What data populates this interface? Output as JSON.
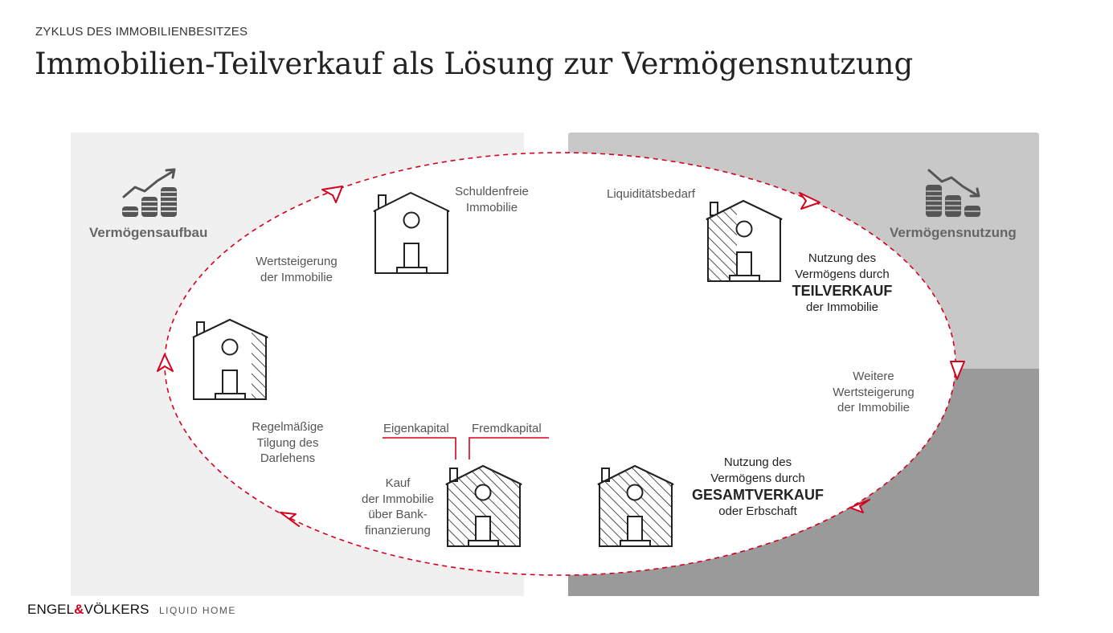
{
  "header": {
    "kicker": "ZYKLUS DES IMMOBILIENBESITZES",
    "title": "Immobilien-Teilverkauf als Lösung zur Vermögensnutzung"
  },
  "phases": {
    "build": {
      "label": "Vermögensaufbau",
      "icon": "rising-coins-chart-icon"
    },
    "use": {
      "label": "Vermögensnutzung",
      "icon": "falling-coins-chart-icon"
    }
  },
  "steps": {
    "debt_free": {
      "line1": "Schuldenfreie",
      "line2": "Immobilie"
    },
    "appreciation": {
      "line1": "Wertsteigerung",
      "line2": "der Immobilie"
    },
    "liquidity": {
      "text": "Liquiditätsbedarf"
    },
    "partial_sale": {
      "line1": "Nutzung des",
      "line2": "Vermögens durch",
      "emphasis": "TEILVERKAUF",
      "line3": "der Immobilie"
    },
    "further_appreciation": {
      "line1": "Weitere",
      "line2": "Wertsteigerung",
      "line3": "der Immobilie"
    },
    "total_sale": {
      "line1": "Nutzung des",
      "line2": "Vermögens durch",
      "emphasis": "GESAMTVERKAUF",
      "line3": "oder Erbschaft"
    },
    "purchase": {
      "line1": "Kauf",
      "line2": "der Immobilie",
      "line3": "über Bank-",
      "line4": "finanzierung"
    },
    "equity": {
      "text": "Eigenkapital"
    },
    "debt": {
      "text": "Fremdkapital"
    },
    "repayment": {
      "line1": "Regelmäßige",
      "line2": "Tilgung des",
      "line3": "Darlehens"
    }
  },
  "colors": {
    "cycle_red": "#d5001c",
    "panel_light": "#f0f0f0",
    "panel_mid": "#c8c8c8",
    "panel_dark": "#9a9a9a"
  },
  "footer": {
    "brand_left": "ENGEL",
    "brand_amp": "&",
    "brand_right": "VÖLKERS",
    "product": "LIQUID HOME"
  }
}
